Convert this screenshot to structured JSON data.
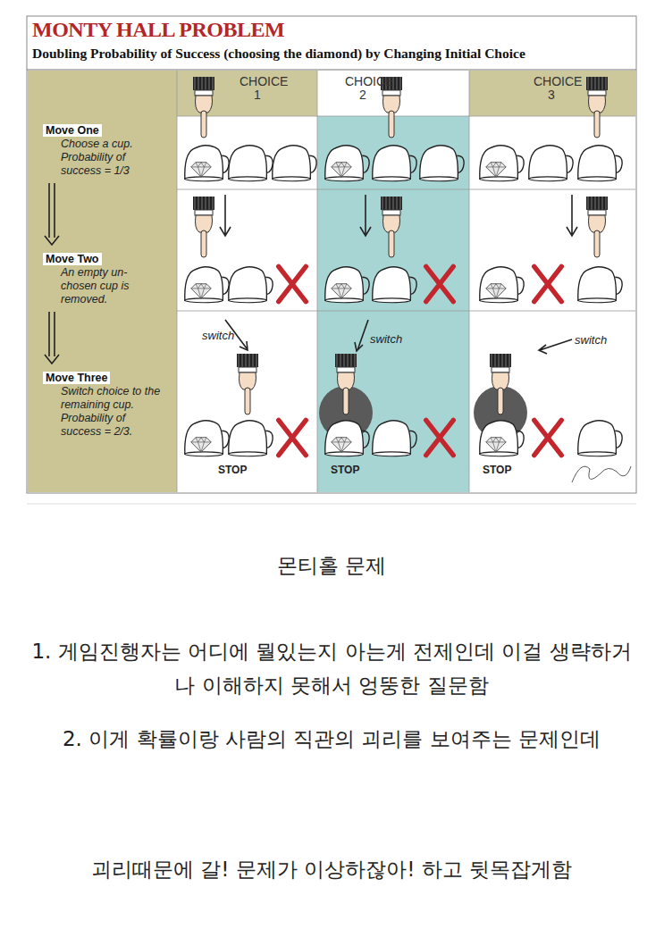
{
  "diagram": {
    "title": "몬티홀 문제",
    "nodes": [
      {
        "text": [
          "MONTY HALL PROBLEM",
          "Doubling Probability of Success (choosing the diamond) by Changing Initial Choice"
        ]
      },
      {
        "text": [
          "Move One",
          "Choose a cup. Probability of success = 1/3"
        ],
        "in": 0
      },
      {
        "text": [
          "Move Two",
          "An empty un-chosen cup is removed."
        ],
        "in": 0
      },
      {
        "text": [
          "Move Three",
          "Switch choice to the remaining cup. Probability of success = 2/3."
        ],
        "in": 0
      },
      {
        "text": [
          "CHOICE 1"
        ],
        "in": 0
      },
      {
        "text": [
          "CHOICE 2"
        ],
        "in": 0
      },
      {
        "text": [
          "CHOICE 3"
        ],
        "in": 0
      }
    ],
    "edges": [
      {
        "from": 1,
        "to": 2,
        "arrow": "to"
      },
      {
        "from": 2,
        "to": 3,
        "arrow": "to"
      }
    ],
    "labels": [
      "switch",
      "switch",
      "switch",
      "STOP",
      "STOP",
      "STOP",
      "1. 게임진행자는 어디에 뭘있는지 아는게 전제인데 이걸 생략하거나 이해하지 못해서 엉뚱한 질문함",
      "2. 이게 확률이랑 사람의 직관의 괴리를 보여주는 문제인데",
      "괴리때문에 갈! 문제가 이상하잖아! 하고 뒷목잡게함"
    ]
  }
}
